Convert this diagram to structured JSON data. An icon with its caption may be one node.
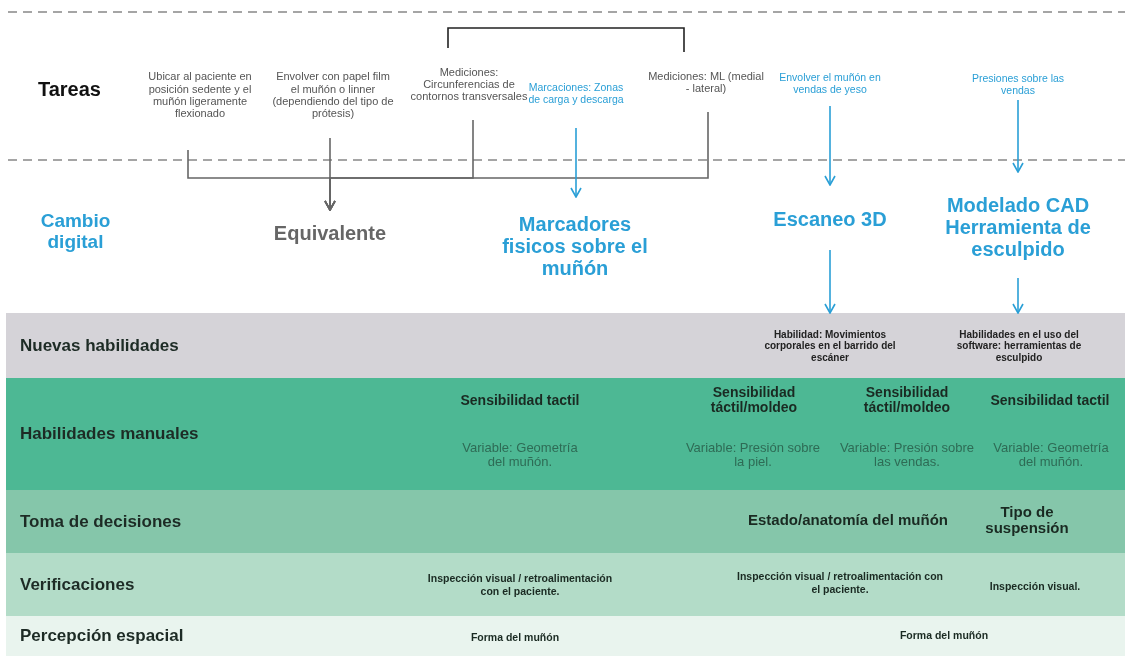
{
  "diagram": {
    "nodes": [
      {
        "text": [
          "Ubicar al paciente en posición sedente y el muñón ligeramente flexionado"
        ]
      },
      {
        "text": [
          "Envolver con papel film el muñón o linner (dependiendo del tipo de prótesis)"
        ]
      },
      {
        "text": [
          "Mediciones: Circunferencias de contornos transversales"
        ]
      },
      {
        "text": [
          "Marcaciones: Zonas de carga y descarga"
        ]
      },
      {
        "text": [
          "Mediciones: ML (medial - lateral)"
        ]
      },
      {
        "text": [
          "Envolver el muñón en vendas de yeso"
        ]
      },
      {
        "text": [
          "Presiones sobre las vendas"
        ]
      },
      {
        "text": [
          "Equivalente"
        ]
      },
      {
        "text": [
          "Marcadores fisicos sobre el muñón"
        ]
      },
      {
        "text": [
          "Escaneo 3D"
        ]
      },
      {
        "text": [
          "Modelado CAD Herramienta de esculpido"
        ]
      },
      {
        "text": [
          "Nuevas habilidades"
        ]
      },
      {
        "text": [
          "Habilidad: Movimientos corporales en el barrido del escáner"
        ],
        "in": 11
      },
      {
        "text": [
          "Habilidades en el uso del software: herramientas de esculpido"
        ],
        "in": 11
      },
      {
        "text": [
          "Habilidades manuales"
        ]
      },
      {
        "text": [
          "Toma de decisiones"
        ]
      },
      {
        "text": [
          "Verificaciones"
        ]
      },
      {
        "text": [
          "Percepción espacial"
        ]
      }
    ],
    "edges": [
      {
        "from": 0,
        "to": 7,
        "arrow": "to",
        "color": "#666666"
      },
      {
        "from": 1,
        "to": 7,
        "arrow": "to",
        "color": "#666666"
      },
      {
        "from": 2,
        "to": 7,
        "arrow": "to",
        "color": "#666666"
      },
      {
        "from": 2,
        "to": 4,
        "arrow": "none",
        "color": "#222222"
      },
      {
        "from": 4,
        "to": 7,
        "arrow": "to",
        "color": "#666666"
      },
      {
        "from": 3,
        "to": 8,
        "arrow": "to"
      },
      {
        "from": 5,
        "to": 9,
        "arrow": "to"
      },
      {
        "from": 6,
        "to": 10,
        "arrow": "to"
      },
      {
        "from": 9,
        "to": 12,
        "arrow": "to"
      },
      {
        "from": 10,
        "to": 13,
        "arrow": "to"
      }
    ],
    "labels": [
      "Tareas",
      "Cambio digital",
      "Sensibilidad tactil",
      "Sensibilidad táctil/moldeo",
      "Sensibilidad táctil/moldeo",
      "Sensibilidad tactil",
      "Variable: Geometría del muñón.",
      "Variable: Presión sobre la piel.",
      "Variable: Presión sobre las vendas.",
      "Variable: Geometría del muñón.",
      "Estado/anatomía del muñón",
      "Tipo de suspensión",
      "Inspección visual / retroalimentación con el paciente.",
      "Inspección visual / retroalimentación con el paciente.",
      "Inspección visual.",
      "Forma del muñón",
      "Forma del muñón"
    ]
  }
}
